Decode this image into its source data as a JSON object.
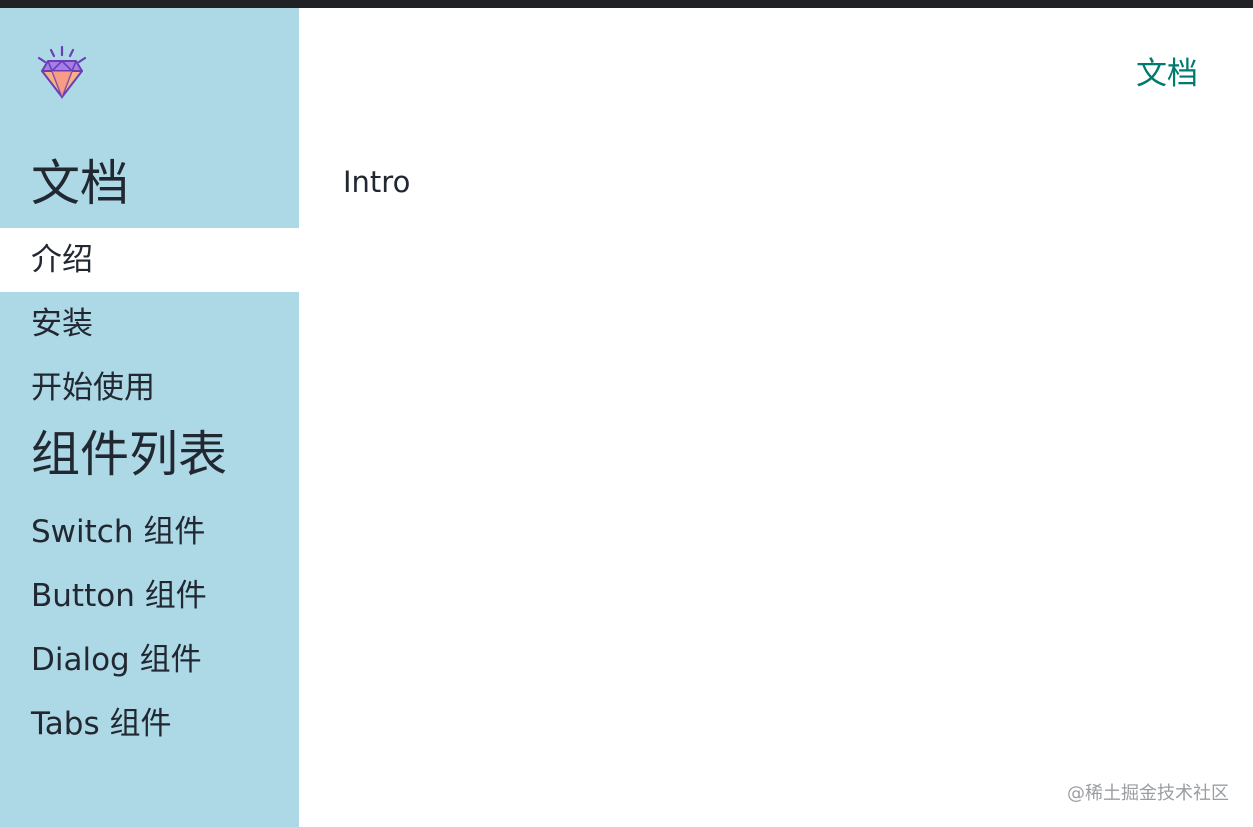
{
  "sidebar": {
    "logo_icon": "diamond-icon",
    "sections": [
      {
        "title": "文档"
      },
      {
        "title": "组件列表"
      }
    ],
    "doc_items": [
      {
        "label": "介绍",
        "active": true
      },
      {
        "label": "安装",
        "active": false
      },
      {
        "label": "开始使用",
        "active": false
      }
    ],
    "component_items": [
      {
        "label": "Switch 组件"
      },
      {
        "label": "Button 组件"
      },
      {
        "label": "Dialog 组件"
      },
      {
        "label": "Tabs 组件"
      }
    ]
  },
  "header": {
    "link_label": "文档"
  },
  "main": {
    "content_text": "Intro"
  },
  "watermark": "@稀土掘金技术社区",
  "colors": {
    "sidebar_bg": "#add8e6",
    "active_item_bg": "#ffffff",
    "link_color": "#007a6e",
    "topbar": "#212226"
  }
}
